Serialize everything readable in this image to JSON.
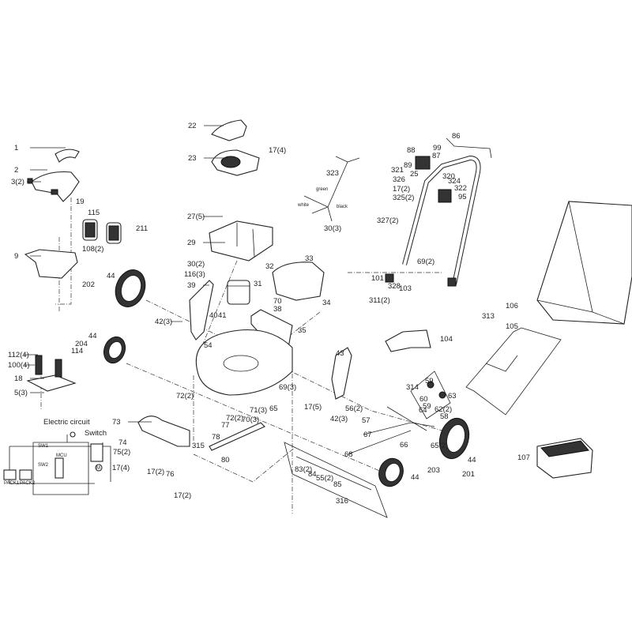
{
  "diagram": {
    "type": "exploded parts diagram",
    "part_labels": [
      "1",
      "2",
      "3(2)",
      "19",
      "115",
      "211",
      "108(2)",
      "9",
      "202",
      "44",
      "44",
      "204",
      "112(4)",
      "114",
      "100(4)",
      "18",
      "5(3)",
      "22",
      "23",
      "17(4)",
      "27(5)",
      "29",
      "30(2)",
      "116(3)",
      "39",
      "32",
      "31",
      "33",
      "34",
      "70",
      "38",
      "40",
      "41",
      "42(3)",
      "35",
      "54",
      "69(3)",
      "72(2)",
      "17(5)",
      "65",
      "72(2)",
      "71(3)",
      "70(3)",
      "77",
      "78",
      "315",
      "80",
      "73",
      "74",
      "75(2)",
      "17(4)",
      "17(2)",
      "76",
      "17(2)",
      "43",
      "42(3)",
      "56(2)",
      "57",
      "67",
      "66",
      "68",
      "83(2)",
      "84",
      "55(2)",
      "85",
      "316",
      "203",
      "44",
      "201",
      "44",
      "65(2)",
      "314",
      "59",
      "60",
      "63",
      "59",
      "62(2)",
      "64",
      "58",
      "104",
      "106",
      "313",
      "105",
      "107",
      "86",
      "88",
      "99",
      "87",
      "89",
      "321",
      "25",
      "320",
      "326",
      "324",
      "17(2)",
      "322",
      "325(2)",
      "95",
      "323",
      "30(3)",
      "327(2)",
      "69(2)",
      "101",
      "328",
      "103",
      "311(2)"
    ],
    "wire_labels": [
      "green",
      "white",
      "black"
    ],
    "circuit": {
      "title": "Electric circuit",
      "switch_label": "Switch",
      "component_labels": [
        "PACK1",
        "PACK2",
        "M",
        "SW1",
        "SW2",
        "MCU"
      ]
    }
  }
}
